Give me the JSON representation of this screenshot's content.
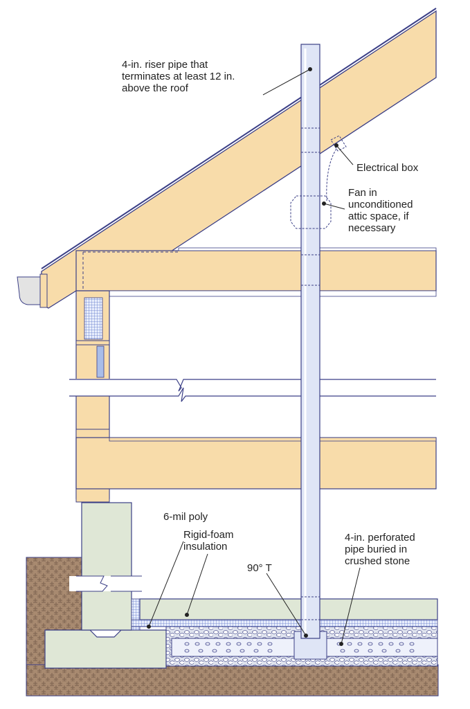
{
  "labels": {
    "riser_pipe": "4-in. riser pipe that\nterminates at least 12 in.\nabove the roof",
    "electrical_box": "Electrical box",
    "fan": "Fan in\nunconditioned\nattic space, if\nnecessary",
    "poly": "6-mil poly",
    "rigid_foam": "Rigid-foam\ninsulation",
    "tee": "90° T",
    "perforated_pipe": "4-in. perforated\npipe buried in\ncrushed stone"
  },
  "colors": {
    "wood": "#f8dcaa",
    "outline": "#3b3f86",
    "pipe": "#dfe5f6",
    "concrete": "#dfe7d6",
    "soil": "#a88a70",
    "insulation": "#8fa6e0"
  }
}
